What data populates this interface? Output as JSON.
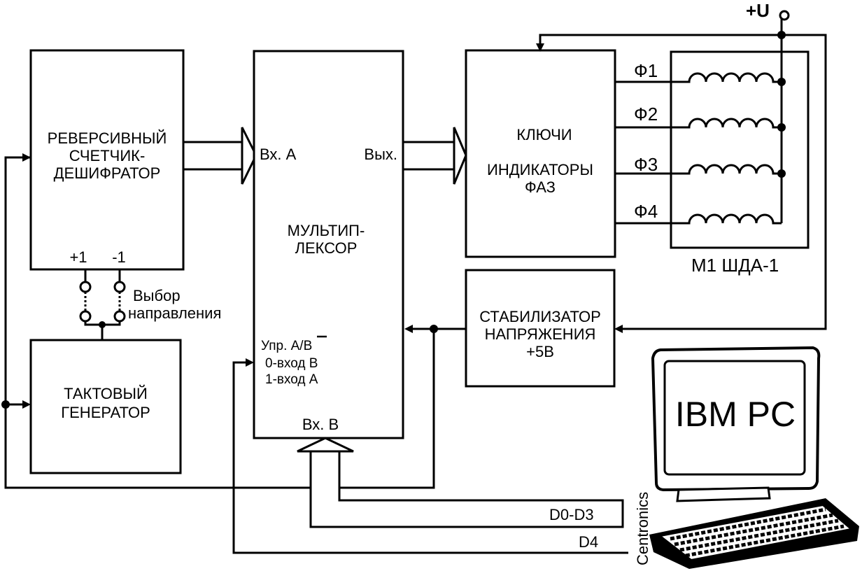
{
  "blocks": {
    "counter": [
      "РЕВЕРСИВНЫЙ",
      "СЧЕТЧИК-",
      "ДЕШИФРАТОР"
    ],
    "counter_plus": "+1",
    "counter_minus": "-1",
    "direction": [
      "Выбор",
      "направления"
    ],
    "clock": [
      "ТАКТОВЫЙ",
      "ГЕНЕРАТОР"
    ],
    "mux": [
      "МУЛЬТИП-",
      "ЛЕКСОР"
    ],
    "mux_in_a": "Вх. А",
    "mux_out": "Вых.",
    "mux_in_b": "Вх. В",
    "mux_ctrl_prefix": "Упр. А/",
    "mux_ctrl_bar": "B",
    "mux_ctrl_lines": [
      "0-вход В",
      "1-вход А"
    ],
    "keys": [
      "КЛЮЧИ",
      "ИНДИКАТОРЫ",
      "ФАЗ"
    ],
    "stabilizer": [
      "СТАБИЛИЗАТОР",
      "НАПРЯЖЕНИЯ",
      "+5В"
    ],
    "phases": [
      "Ф1",
      "Ф2",
      "Ф3",
      "Ф4"
    ],
    "motor": "М1  ШДА-1",
    "supply": "+U",
    "bus_d0d3": "D0-D3",
    "bus_d4": "D4",
    "port": "Centronics",
    "computer": "IBM PC"
  }
}
